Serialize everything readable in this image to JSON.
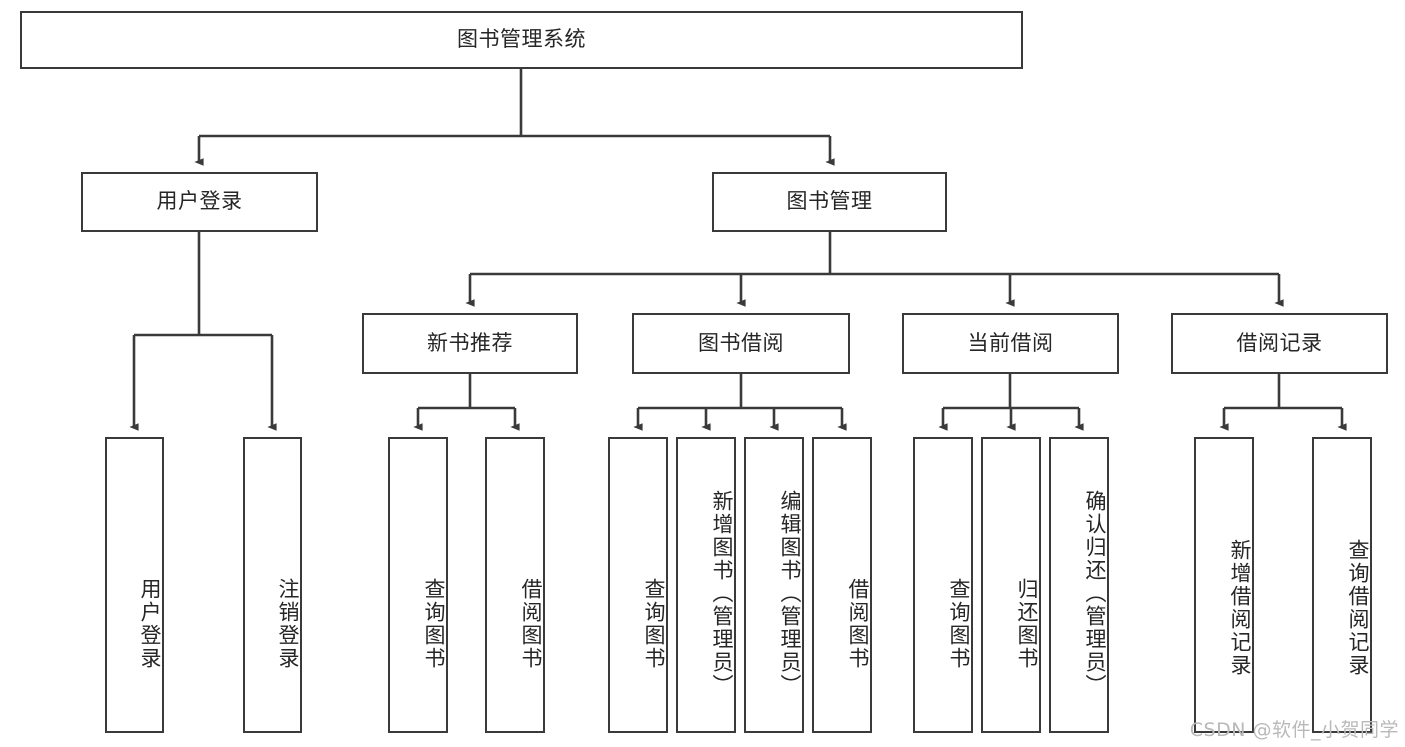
{
  "diagram": {
    "type": "tree-hierarchy",
    "title_node": {
      "label": "图书管理系统",
      "level": 0
    },
    "level1": [
      {
        "id": "user-login",
        "label": "用户登录"
      },
      {
        "id": "book-management",
        "label": "图书管理"
      }
    ],
    "level2": [
      {
        "id": "new-book-recommend",
        "label": "新书推荐",
        "parent": "book-management"
      },
      {
        "id": "book-borrow",
        "label": "图书借阅",
        "parent": "book-management"
      },
      {
        "id": "current-borrow",
        "label": "当前借阅",
        "parent": "book-management"
      },
      {
        "id": "borrow-record",
        "label": "借阅记录",
        "parent": "book-management"
      }
    ],
    "leaves": {
      "user-login": [
        {
          "id": "leaf-user-login",
          "label": "用户登录"
        },
        {
          "id": "leaf-user-logout",
          "label": "注销登录"
        }
      ],
      "new-book-recommend": [
        {
          "id": "leaf-query-book-1",
          "label": "查询图书"
        },
        {
          "id": "leaf-borrow-book-1",
          "label": "借阅图书"
        }
      ],
      "book-borrow": [
        {
          "id": "leaf-query-book-2",
          "label": "查询图书"
        },
        {
          "id": "leaf-add-book",
          "label": "新增图书（管理员）"
        },
        {
          "id": "leaf-edit-book",
          "label": "编辑图书（管理员）"
        },
        {
          "id": "leaf-borrow-book-2",
          "label": "借阅图书"
        }
      ],
      "current-borrow": [
        {
          "id": "leaf-query-book-3",
          "label": "查询图书"
        },
        {
          "id": "leaf-return-book",
          "label": "归还图书"
        },
        {
          "id": "leaf-confirm-return",
          "label": "确认归还（管理员）"
        }
      ],
      "borrow-record": [
        {
          "id": "leaf-add-borrow-record",
          "label": "新增借阅记录"
        },
        {
          "id": "leaf-query-borrow-record",
          "label": "查询借阅记录"
        }
      ]
    }
  },
  "watermark": {
    "text": "CSDN @软件_小贺同学"
  },
  "colors": {
    "box_border": "#3a3a3a",
    "connector": "#3a3a3a",
    "text": "#262626",
    "background": "#ffffff",
    "watermark": "#b9b9b9"
  }
}
